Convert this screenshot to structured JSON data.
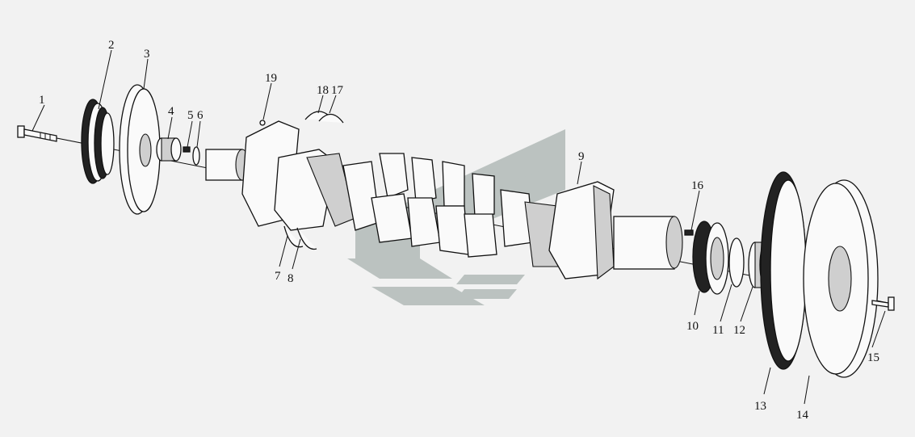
{
  "colors": {
    "background": "#f2f2f2",
    "ink": "#111111",
    "watermark": "#a9b3b0"
  },
  "watermark": {
    "icon": "chevron-logo-watermark"
  },
  "labels": [
    {
      "id": "1",
      "text": "1"
    },
    {
      "id": "2",
      "text": "2"
    },
    {
      "id": "3",
      "text": "3"
    },
    {
      "id": "4",
      "text": "4"
    },
    {
      "id": "5",
      "text": "5"
    },
    {
      "id": "6",
      "text": "6"
    },
    {
      "id": "7",
      "text": "7"
    },
    {
      "id": "8",
      "text": "8"
    },
    {
      "id": "9",
      "text": "9"
    },
    {
      "id": "10",
      "text": "10"
    },
    {
      "id": "11",
      "text": "11"
    },
    {
      "id": "12",
      "text": "12"
    },
    {
      "id": "13",
      "text": "13"
    },
    {
      "id": "14",
      "text": "14"
    },
    {
      "id": "15",
      "text": "15"
    },
    {
      "id": "16",
      "text": "16"
    },
    {
      "id": "17",
      "text": "17"
    },
    {
      "id": "18",
      "text": "18"
    },
    {
      "id": "19",
      "text": "19"
    }
  ]
}
